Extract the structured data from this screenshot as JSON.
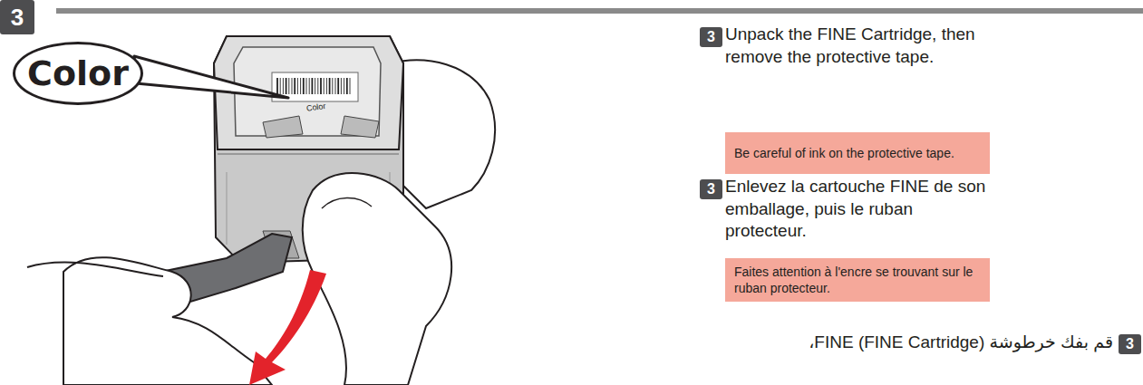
{
  "diagram": {
    "nodes": [
      {
        "text": [
          "3"
        ]
      },
      {
        "text": [
          "Color"
        ]
      },
      {
        "text": [
          "3"
        ]
      },
      {
        "text": [
          "Be careful of ink on the protective tape."
        ]
      },
      {
        "text": [
          "3"
        ]
      },
      {
        "text": [
          "Faites attention à l'encre se trouvant sur le ruban protecteur."
        ]
      },
      {
        "text": [
          "3"
        ]
      }
    ],
    "edges": [],
    "labels": [
      "Color",
      "Unpack the FINE Cartridge, then remove the protective tape.",
      "Enlevez la cartouche FINE de son emballage, puis le ruban protecteur.",
      "قم بفك خرطوشة FINE (FINE Cartridge)،"
    ]
  }
}
